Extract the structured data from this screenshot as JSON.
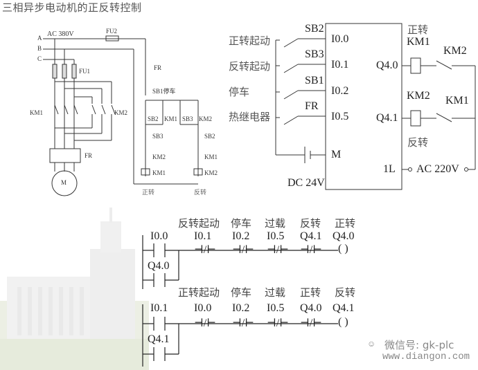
{
  "page_title": "三相异步电动机的正反转控制",
  "motor_circuit": {
    "supply_label": "AC 380V",
    "phases": [
      "A",
      "B",
      "C"
    ],
    "fuse_main": "FU1",
    "fuse_control": "FU2",
    "contactor_forward": "KM1",
    "contactor_reverse": "KM2",
    "thermal_relay": "FR",
    "motor": "M",
    "control": {
      "fr": "FR",
      "stop": "SB1停车",
      "forward_start": "SB2",
      "forward_hold": "KM1",
      "reverse_start": "SB3",
      "reverse_hold": "KM2",
      "fwd_interlock_button": "SB3",
      "fwd_interlock_contact": "KM2",
      "fwd_coil": "KM1",
      "rev_interlock_button": "SB2",
      "rev_interlock_contact": "KM1",
      "rev_coil": "KM2",
      "fwd_caption": "正转",
      "rev_caption": "反转"
    }
  },
  "plc_wiring": {
    "inputs": [
      {
        "label": "正转起动",
        "button": "SB2",
        "address": "I0.0"
      },
      {
        "label": "反转起动",
        "button": "SB3",
        "address": "I0.1"
      },
      {
        "label": "停车",
        "button": "SB1",
        "address": "I0.2"
      },
      {
        "label": "热继电器",
        "button": "FR",
        "address": "I0.5"
      }
    ],
    "common": "M",
    "dc_supply": "DC 24V",
    "outputs": [
      {
        "address": "Q4.0",
        "coil": "KM1",
        "caption": "正转",
        "interlock": "KM2"
      },
      {
        "address": "Q4.1",
        "coil": "KM2",
        "caption": "反转",
        "interlock": "KM1"
      }
    ],
    "output_common": "1L",
    "ac_supply": "AC 220V"
  },
  "ladder": {
    "rungs": [
      {
        "start": "I0.0",
        "hold": "Q4.0",
        "contacts": [
          {
            "caption": "反转起动",
            "address": "I0.1"
          },
          {
            "caption": "停车",
            "address": "I0.2"
          },
          {
            "caption": "过载",
            "address": "I0.5"
          },
          {
            "caption": "反转",
            "address": "Q4.1"
          }
        ],
        "coil": {
          "caption": "正转",
          "address": "Q4.0"
        }
      },
      {
        "start": "I0.1",
        "hold": "Q4.1",
        "contacts": [
          {
            "caption": "正转起动",
            "address": "I0.0"
          },
          {
            "caption": "停车",
            "address": "I0.2"
          },
          {
            "caption": "过载",
            "address": "I0.5"
          },
          {
            "caption": "正转",
            "address": "Q4.0"
          }
        ],
        "coil": {
          "caption": "反转",
          "address": "Q4.1"
        }
      }
    ]
  },
  "watermark": {
    "account": "微信号: gk-plc",
    "site": "www.diangon.com"
  }
}
